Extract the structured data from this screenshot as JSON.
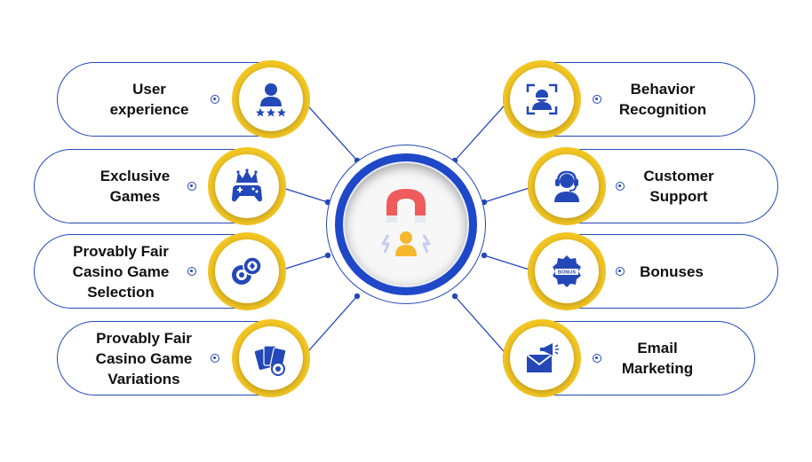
{
  "colors": {
    "primary": "#2448b8",
    "accent": "#f3c623",
    "magnet_red": "#ef5b5b",
    "person_yellow": "#f5b82e"
  },
  "center": {
    "icon": "magnet-attract-user-icon"
  },
  "left_items": [
    {
      "id": "user-experience",
      "lines": [
        "User",
        "experience"
      ],
      "icon": "user-rating-icon"
    },
    {
      "id": "exclusive-games",
      "lines": [
        "Exclusive",
        "Games"
      ],
      "icon": "crown-gamepad-icon"
    },
    {
      "id": "provably-fair-selection",
      "lines": [
        "Provably Fair",
        "Casino Game",
        "Selection"
      ],
      "icon": "casino-chips-icon"
    },
    {
      "id": "provably-fair-variations",
      "lines": [
        "Provably Fair",
        "Casino Game",
        "Variations"
      ],
      "icon": "playing-cards-icon"
    }
  ],
  "right_items": [
    {
      "id": "behavior-recognition",
      "lines": [
        "Behavior",
        "Recognition"
      ],
      "icon": "face-scan-icon"
    },
    {
      "id": "customer-support",
      "lines": [
        "Customer",
        "Support"
      ],
      "icon": "headset-agent-icon"
    },
    {
      "id": "bonuses",
      "lines": [
        "Bonuses"
      ],
      "icon": "bonus-badge-icon",
      "badge_text": "BONUS"
    },
    {
      "id": "email-marketing",
      "lines": [
        "Email",
        "Marketing"
      ],
      "icon": "email-megaphone-icon"
    }
  ]
}
